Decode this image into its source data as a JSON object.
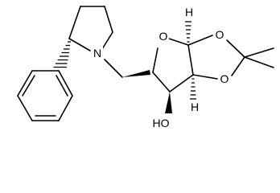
{
  "molecule": {
    "atom_labels": {
      "nitrogen": "N",
      "ring_oxygen": "O",
      "dioxolane_oxygen_top": "O",
      "dioxolane_oxygen_bottom": "O",
      "hydroxyl": "HO",
      "hydrogen_top": "H",
      "hydrogen_bottom": "H"
    }
  },
  "colors": {
    "bond": "#000000",
    "background": "#ffffff"
  }
}
